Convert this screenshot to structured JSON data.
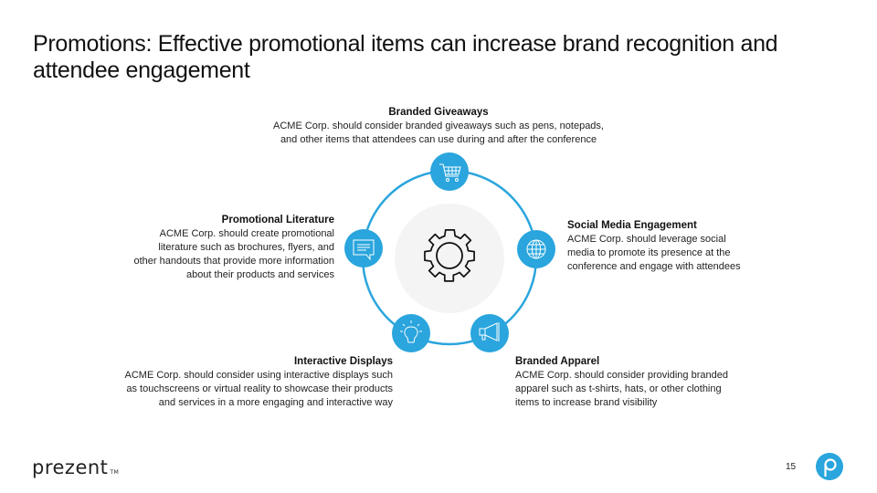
{
  "slide": {
    "title": "Promotions: Effective promotional items can increase brand recognition and attendee engagement",
    "page_number": "15",
    "footer_brand": "prezent",
    "footer_tm": "TM"
  },
  "colors": {
    "accent": "#2aa5dd",
    "center_fill": "#f4f4f4",
    "text": "#222222"
  },
  "diagram": {
    "center_icon": "gear-icon",
    "items": [
      {
        "title": "Branded Giveaways",
        "icon": "shopping-cart-icon",
        "text_lines": [
          "ACME Corp. should consider branded giveaways such as pens, notepads,",
          "and other items that attendees can use during and after the conference"
        ]
      },
      {
        "title": "Social Media Engagement",
        "icon": "globe-icon",
        "text_lines": [
          "ACME Corp. should leverage social",
          "media to promote its presence at the",
          "conference and engage with attendees"
        ]
      },
      {
        "title": "Branded Apparel",
        "icon": "megaphone-icon",
        "text_lines": [
          "ACME Corp. should consider providing branded",
          "apparel such as t-shirts, hats, or other clothing",
          "items to increase brand visibility"
        ]
      },
      {
        "title": "Interactive Displays",
        "icon": "lightbulb-icon",
        "text_lines": [
          "ACME Corp. should consider using interactive displays such",
          "as touchscreens or virtual reality to showcase their products",
          "and services in a more engaging and interactive way"
        ]
      },
      {
        "title": "Promotional Literature",
        "icon": "chat-document-icon",
        "text_lines": [
          "ACME Corp. should create promotional",
          "literature such as brochures, flyers, and",
          "other handouts that provide more information",
          "about their products and services"
        ]
      }
    ]
  }
}
